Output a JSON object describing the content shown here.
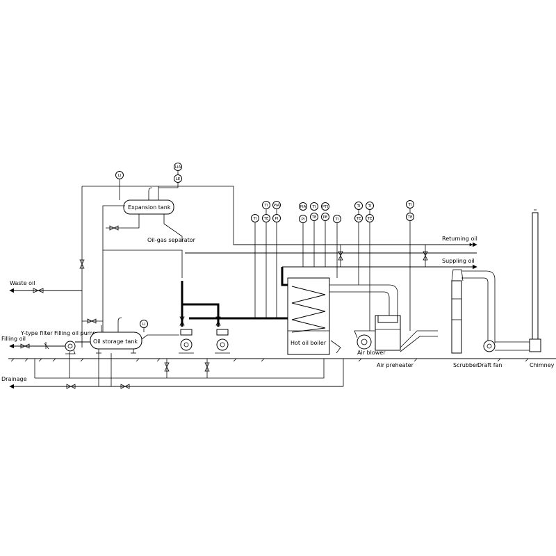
{
  "labels": {
    "waste_oil": "Waste oil",
    "filling_oil": "Filling oil",
    "y_type_filter": "Y-type filter",
    "filling_oil_pump": "Filling oil pump",
    "oil_storage_tank": "Oil storage tank",
    "expansion_tank": "Expansion tank",
    "oil_gas_separator": "Oil-gas separator",
    "returning_oil": "Returning oil",
    "suppling_oil": "Suppling oil",
    "hot_oil_boiler": "Hot oil boiler",
    "air_blower": "Air blower",
    "air_preheater": "Air preheater",
    "scrubber": "Scrubber",
    "draft_fan": "Draft fan",
    "chimney": "Chimney",
    "drainage": "Drainage"
  },
  "instruments": {
    "exp_level_left": "LI",
    "exp_level_top": "LIA",
    "exp_level_low": "LE",
    "storage_level": "LI",
    "g1_top_a": "TI",
    "g1_top_b": "PIA",
    "g1_bot_a": "TI",
    "g1_bot_b": "TE",
    "g1_bot_c": "PI",
    "g2_top_a": "PIA",
    "g2_top_b": "TI",
    "g2_top_c": "PTI",
    "g2_bot_a": "PI",
    "g2_bot_b": "TE",
    "g2_bot_c": "PE",
    "g2_bot_d": "TI",
    "g3_top_a": "TI",
    "g3_top_b": "TI",
    "g3_bot_a": "TE",
    "g3_bot_b": "TE",
    "g4_top": "TI",
    "g4_bot": "TE"
  }
}
